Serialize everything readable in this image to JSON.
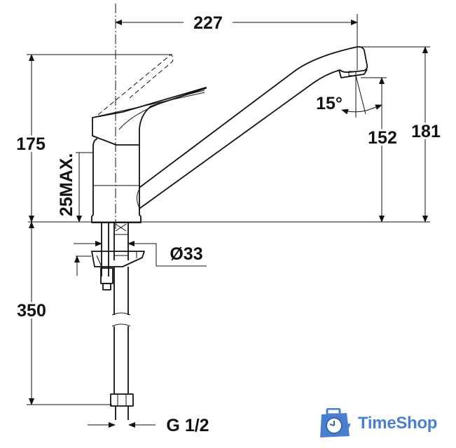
{
  "dimensions": {
    "spout_reach": "227",
    "overall_height": "181",
    "spout_outlet_height": "152",
    "body_height": "175",
    "max_counter_thickness": "25MAX.",
    "hose_length": "350",
    "mounting_hole_diameter": "Ø33",
    "aerator_angle": "15°",
    "connection_thread": "G 1/2"
  },
  "watermark": {
    "text": "TimeShop",
    "color": "#4a7fd0"
  }
}
